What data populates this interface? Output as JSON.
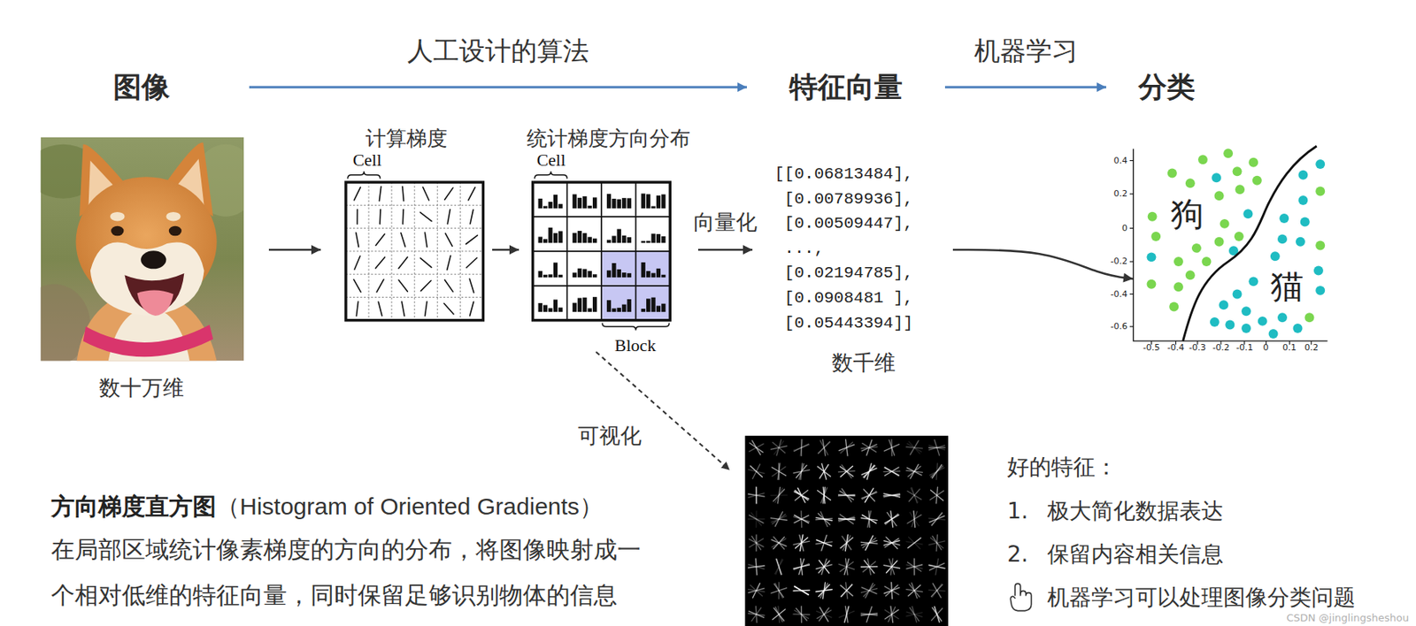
{
  "diagram": {
    "nodes": [
      {
        "text": [
          "图像"
        ]
      },
      {
        "text": [
          "特征向量"
        ]
      },
      {
        "text": [
          "分类"
        ]
      },
      {
        "text": [
          "数十万维"
        ]
      },
      {
        "text": [
          "计算梯度"
        ]
      },
      {
        "text": [
          "统计梯度方向分布"
        ]
      },
      {
        "text": [
          "[[0.06813484],",
          "[0.00789936],",
          "[0.00509447],",
          "...,",
          "[0.02194785],",
          "[0.0908481 ],",
          "[0.05443394]]",
          "数千维"
        ]
      },
      {
        "text": [
          "狗",
          "猫"
        ]
      }
    ],
    "edges": [
      {
        "from": 0,
        "to": 1,
        "label": "人工设计的算法",
        "arrow": "to"
      },
      {
        "from": 1,
        "to": 2,
        "label": "机器学习",
        "arrow": "to"
      },
      {
        "from": 3,
        "to": 4,
        "arrow": "to"
      },
      {
        "from": 4,
        "to": 5,
        "arrow": "to"
      },
      {
        "from": 5,
        "to": 6,
        "label": "向量化",
        "arrow": "to"
      },
      {
        "from": 6,
        "to": 7,
        "arrow": "to"
      }
    ],
    "labels": [
      "Cell",
      "Cell",
      "Block",
      "可视化",
      "0.4",
      "0.2",
      "0",
      "-0.2",
      "-0.4",
      "-0.6",
      "-0.5",
      "-0.4",
      "-0.3",
      "-0.2",
      "-0.1",
      "0",
      "0.1",
      "0.2",
      "方向梯度直方图",
      "（Histogram of Oriented Gradients）",
      "在局部区域统计像素梯度的方向的分布，将图像映射成一个相对低维的特征向量，同时保留足够识别物体的信息",
      "好的特征：",
      "1.",
      "极大简化数据表达",
      "2.",
      "保留内容相关信息",
      "机器学习可以处理图像分类问题",
      "CSDN @jinglingsheshou"
    ]
  }
}
